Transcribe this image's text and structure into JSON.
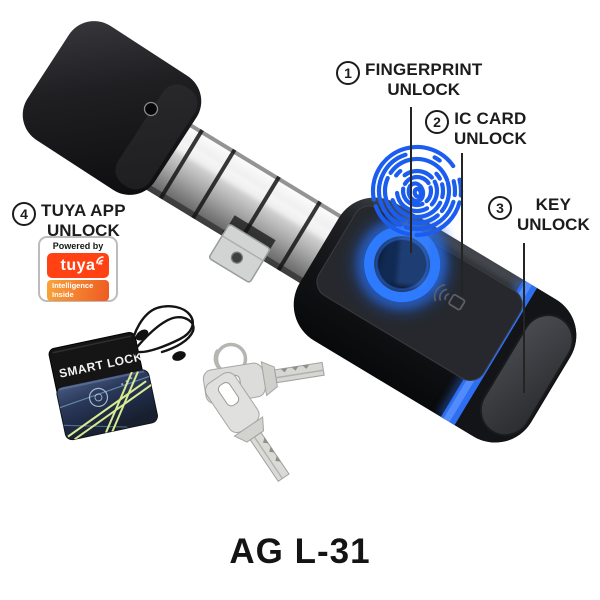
{
  "product": {
    "model_label": "AG L-31"
  },
  "callouts": {
    "fingerprint": {
      "number": "1",
      "title": "FINGERPRINT",
      "subtitle": "UNLOCK"
    },
    "ic_card": {
      "number": "2",
      "title": "IC CARD",
      "subtitle": "UNLOCK"
    },
    "key": {
      "number": "3",
      "title": "KEY",
      "subtitle": "UNLOCK"
    },
    "tuya_app": {
      "number": "4",
      "title": "TUYA APP",
      "subtitle": "UNLOCK"
    }
  },
  "tuya_badge": {
    "powered_by": "Powered by",
    "brand": "tuya",
    "tagline_line1": "Intelligence",
    "tagline_line2": "Inside"
  },
  "card_fob": {
    "label": "SMART LOCK"
  },
  "colors": {
    "fingerprint_blue": "#1b5def",
    "led_ring_blue": "#2e6ef0",
    "tuya_red": "#ff4113",
    "label_text": "#1c1c1c",
    "chrome_silver": "#c9c9c9",
    "body_black": "#131417"
  }
}
